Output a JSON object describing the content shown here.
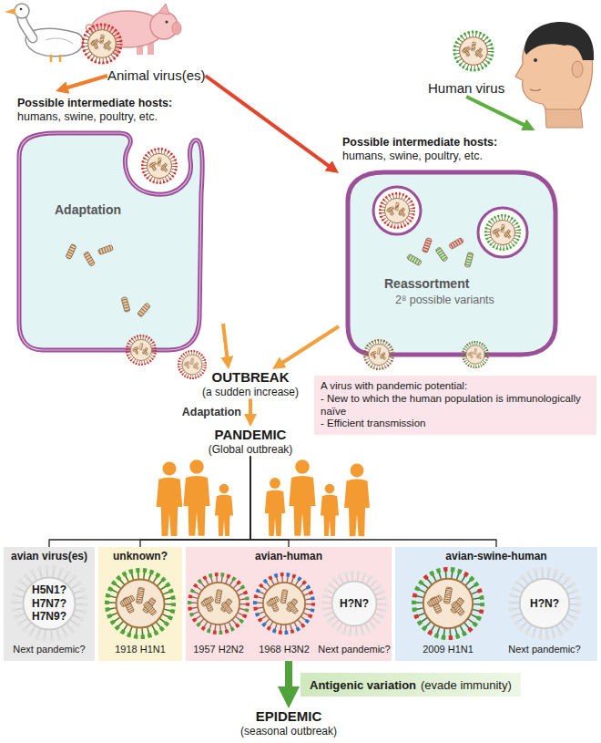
{
  "diagram": {
    "nodes": [
      {
        "text": [
          "Animal virus(es)"
        ]
      },
      {
        "text": [
          "Human virus"
        ]
      },
      {
        "text": [
          "Possible intermediate hosts:",
          "humans, swine, poultry, etc.",
          "Adaptation"
        ]
      },
      {
        "text": [
          "Possible intermediate hosts:",
          "humans, swine, poultry, etc.",
          "Reassortment",
          "2⁸ possible variants"
        ]
      },
      {
        "text": [
          "OUTBREAK",
          "(a sudden increase)"
        ]
      },
      {
        "text": [
          "A virus with pandemic potential:",
          "- New to which the human population is immunologically naïve",
          "- Efficient transmission"
        ]
      },
      {
        "text": [
          "PANDEMIC",
          "(Global outbreak)"
        ]
      },
      {
        "text": [
          "avian virus(es)"
        ]
      },
      {
        "text": [
          "H5N1?",
          "H7N7?",
          "H7N9?",
          "Next pandemic?"
        ],
        "in": 7
      },
      {
        "text": [
          "unknown?"
        ]
      },
      {
        "text": [
          "1918 H1N1"
        ],
        "in": 9
      },
      {
        "text": [
          "avian-human"
        ]
      },
      {
        "text": [
          "1957 H2N2"
        ],
        "in": 11
      },
      {
        "text": [
          "1968 H3N2"
        ],
        "in": 11
      },
      {
        "text": [
          "H?N?",
          "Next pandemic?"
        ],
        "in": 11
      },
      {
        "text": [
          "avian-swine-human"
        ]
      },
      {
        "text": [
          "2009 H1N1"
        ],
        "in": 15
      },
      {
        "text": [
          "H?N?",
          "Next pandemic?"
        ],
        "in": 15
      },
      {
        "text": [
          "Antigenic variation",
          "(evade immunity)"
        ]
      },
      {
        "text": [
          "EPIDEMIC",
          "(seasonal outbreak)"
        ]
      }
    ],
    "edges": [
      {
        "from": 0,
        "to": 2,
        "arrow": "to"
      },
      {
        "from": 0,
        "to": 3,
        "arrow": "to"
      },
      {
        "from": 1,
        "to": 3,
        "arrow": "to"
      },
      {
        "from": 2,
        "to": 4,
        "arrow": "to"
      },
      {
        "from": 3,
        "to": 4,
        "arrow": "to"
      },
      {
        "from": 4,
        "to": 6,
        "arrow": "to",
        "label": "Adaptation"
      },
      {
        "from": 6,
        "to": 7,
        "arrow": "none"
      },
      {
        "from": 6,
        "to": 9,
        "arrow": "none"
      },
      {
        "from": 6,
        "to": 11,
        "arrow": "none"
      },
      {
        "from": 6,
        "to": 15,
        "arrow": "none"
      },
      {
        "from": 11,
        "to": 19,
        "arrow": "to"
      }
    ]
  }
}
